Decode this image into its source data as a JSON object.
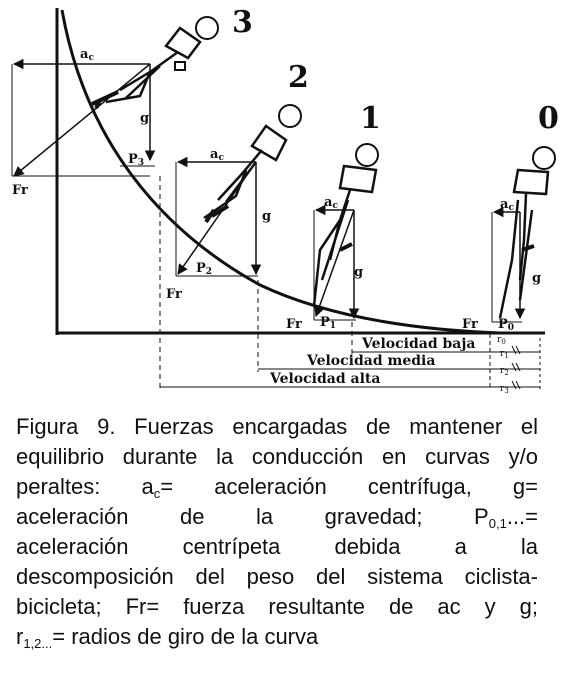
{
  "figure": {
    "positions": [
      "3",
      "2",
      "1",
      "0"
    ],
    "labels": {
      "ac": "a",
      "ac_sub": "c",
      "g": "g",
      "fr": "Fr",
      "p3": "P",
      "p3_sub": "3",
      "p2": "P",
      "p2_sub": "2",
      "p1": "P",
      "p1_sub": "1",
      "p0": "P",
      "p0_sub": "0"
    },
    "radii": {
      "r0": "r",
      "r0_sub": "0",
      "r1": "r",
      "r1_sub": "1",
      "r2": "r",
      "r2_sub": "2",
      "r3": "r",
      "r3_sub": "3"
    },
    "speeds": {
      "low": "Velocidad baja",
      "medium": "Velocidad media",
      "high": "Velocidad alta"
    }
  },
  "caption": {
    "line1": "Figura 9. Fuerzas encargadas de mantener el",
    "line2": "equilibrio durante la conducción en curvas y/o",
    "line3_a": "peraltes: a",
    "line3_sub": "c",
    "line3_b": "= aceleración centrífuga, g=",
    "line4_a": "aceleración de la gravedad; P",
    "line4_sub": "0,1",
    "line4_b": "...=",
    "line5": "aceleración centrípeta debida a la",
    "line6": "descomposición del peso del sistema ciclista-",
    "line7": "bicicleta; Fr= fuerza resultante de ac y g;",
    "line8_a": "r",
    "line8_sub": "1,2...",
    "line8_b": "= radios de giro de la curva"
  }
}
